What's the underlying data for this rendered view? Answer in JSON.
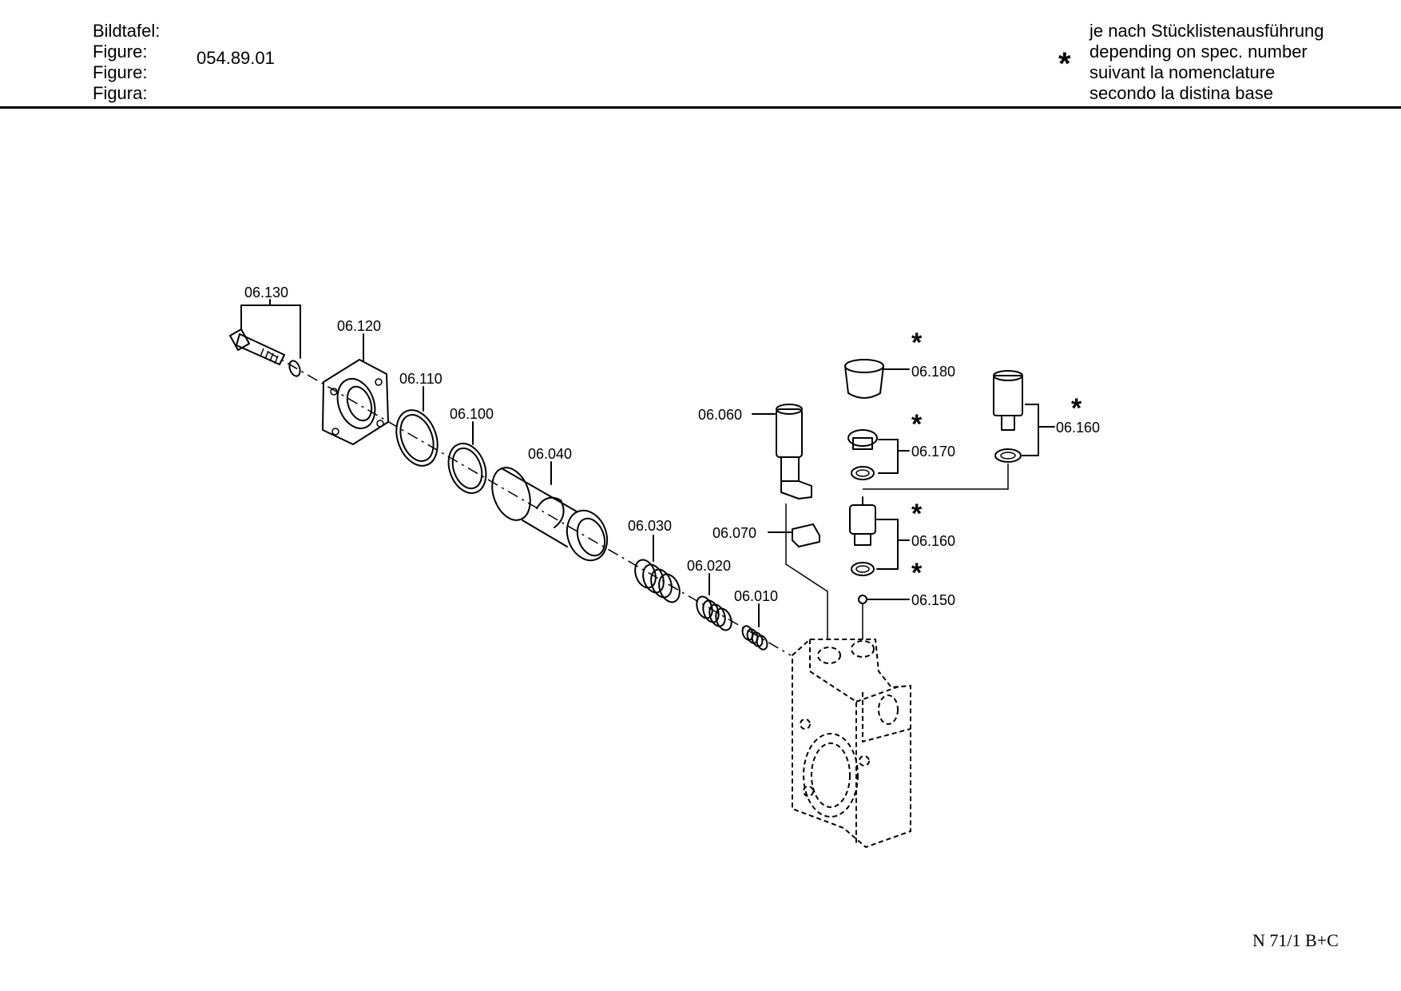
{
  "header": {
    "labels": [
      "Bildtafel:",
      "Figure:",
      "Figure:",
      "Figura:"
    ],
    "figure_number": "054.89.01",
    "note_symbol": "*",
    "note_lines": [
      "je nach Stücklistenausführung",
      "depending on spec. number",
      "suivant la nomenclature",
      "secondo la distina base"
    ]
  },
  "callouts": {
    "p130": "06.130",
    "p120": "06.120",
    "p110": "06.110",
    "p100": "06.100",
    "p040": "06.040",
    "p030": "06.030",
    "p020": "06.020",
    "p010": "06.010",
    "p060": "06.060",
    "p070": "06.070",
    "p180": "06.180",
    "p170": "06.170",
    "p160a": "06.160",
    "p160b": "06.160",
    "p150": "06.150"
  },
  "star": "*",
  "footer": {
    "code": "N 71/1 B+C"
  }
}
